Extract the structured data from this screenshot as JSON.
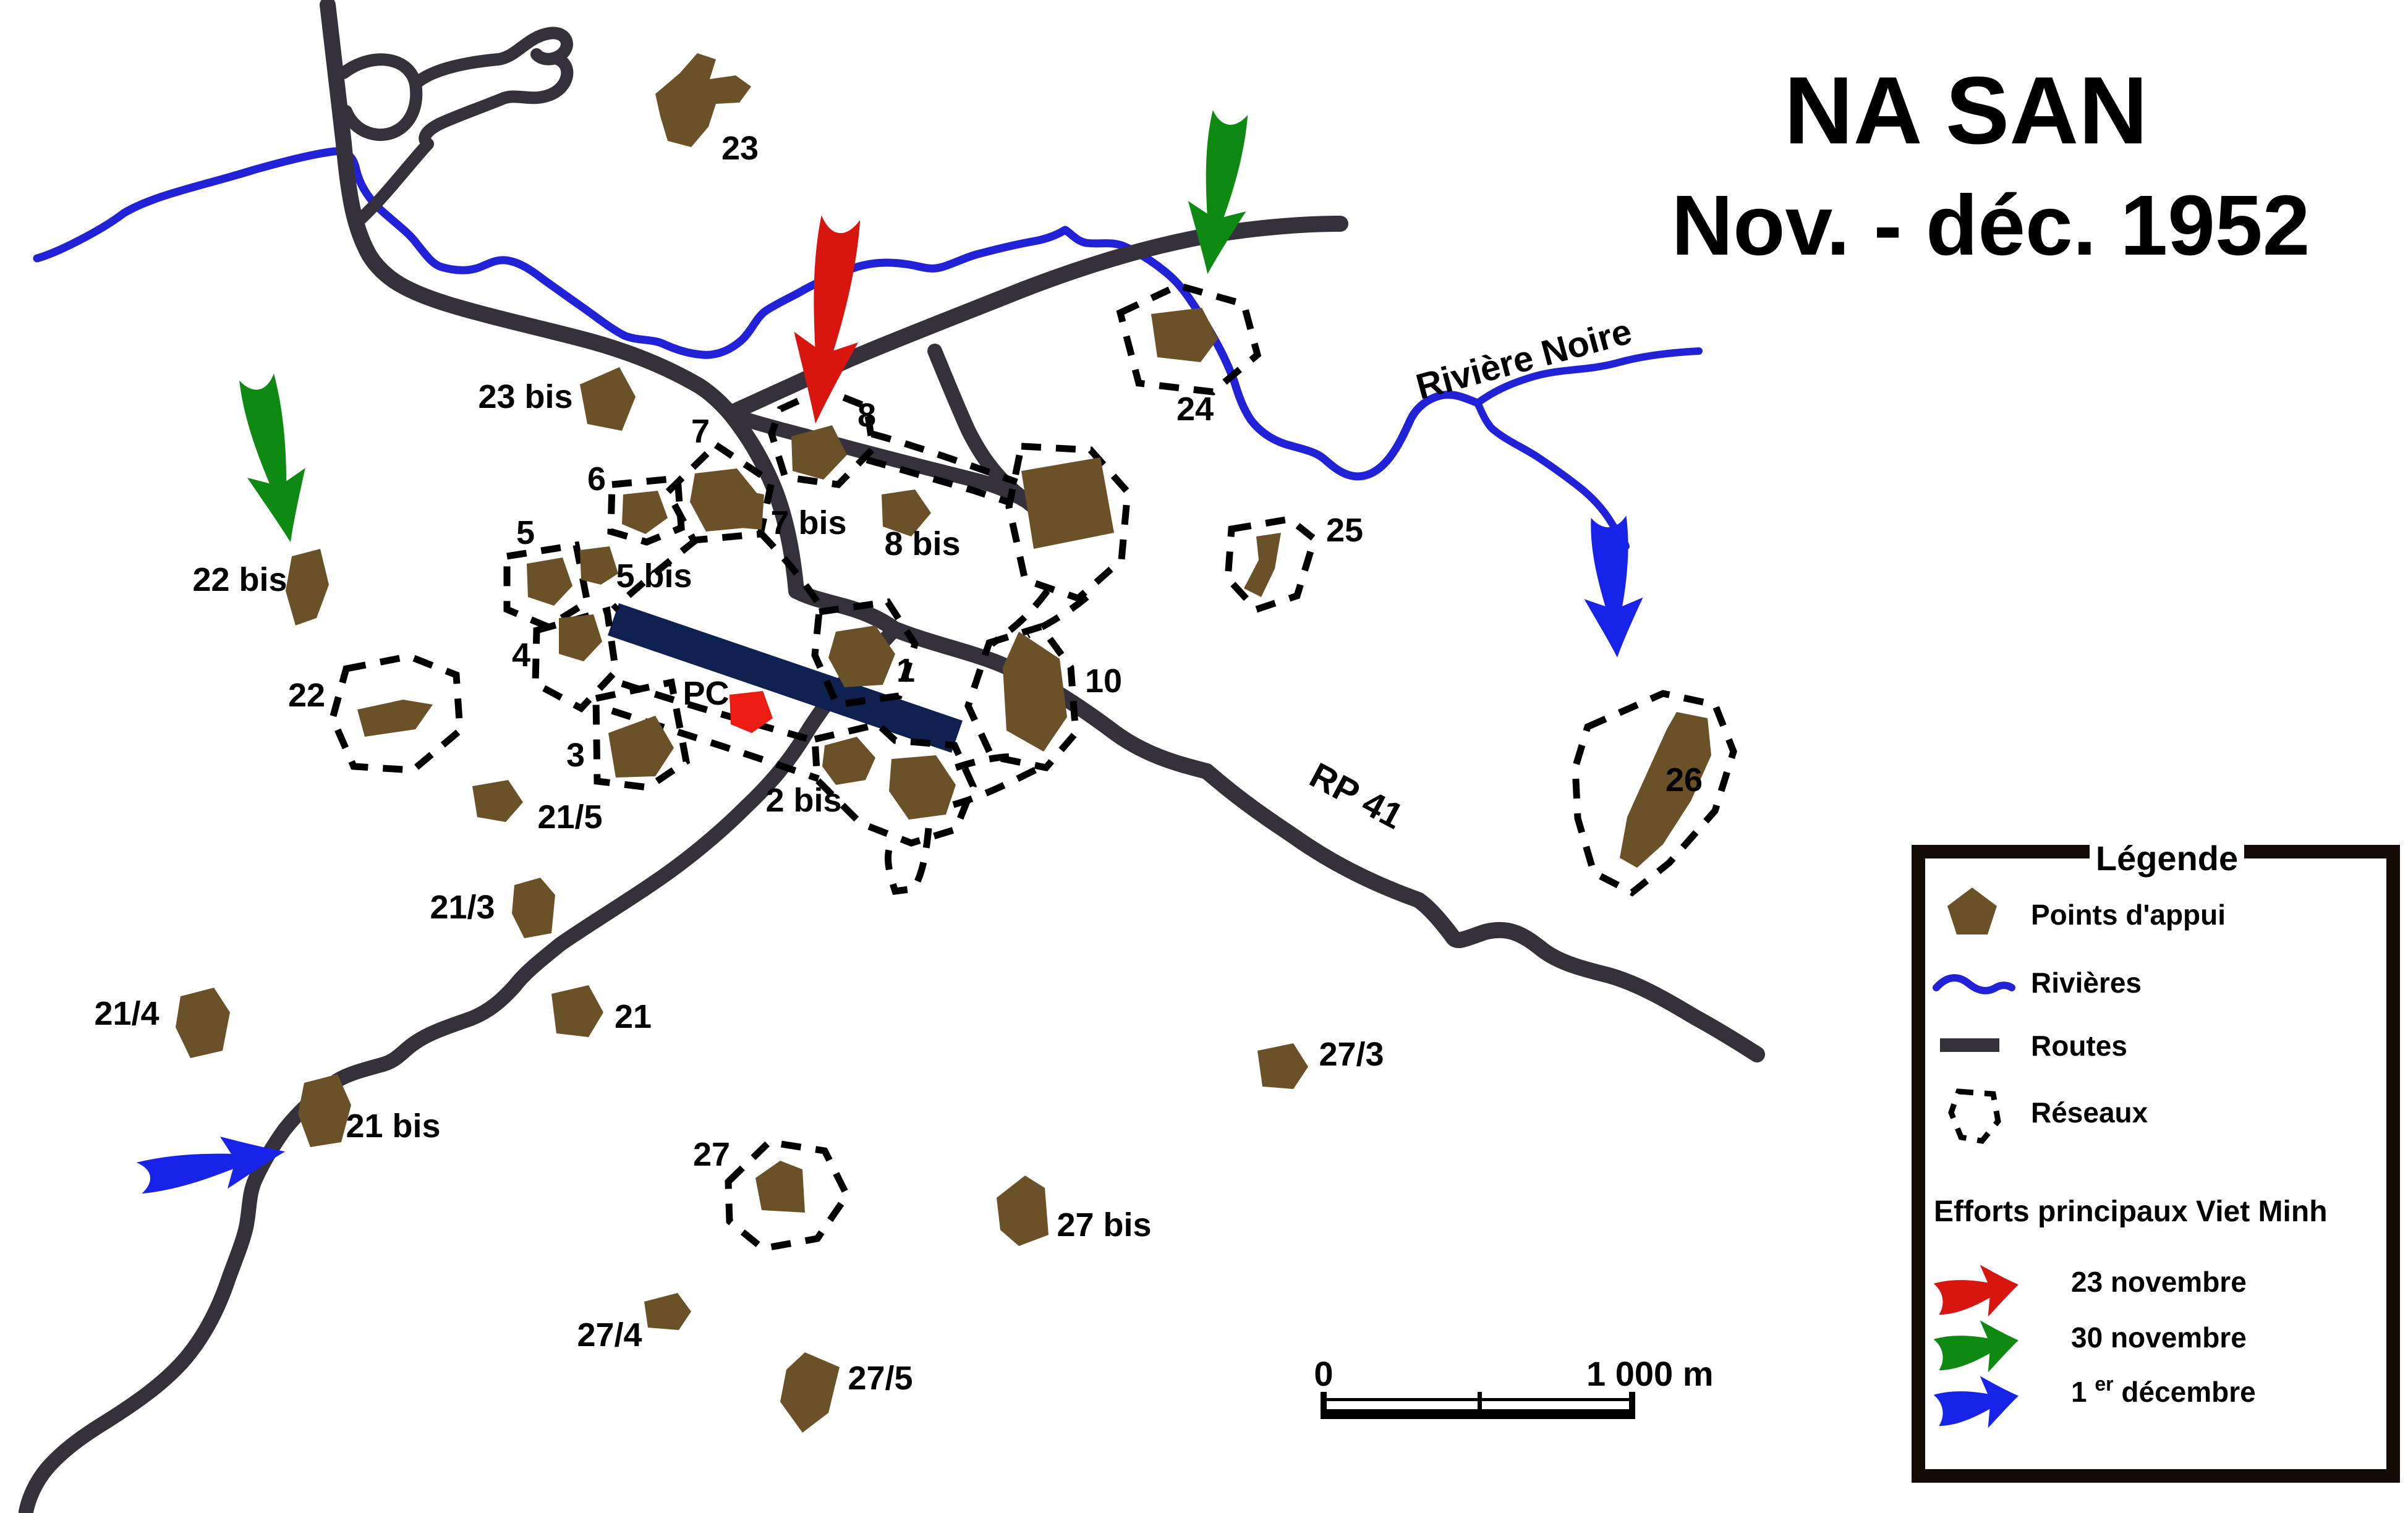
{
  "title": {
    "line1": "NA  SAN",
    "line2": "Nov. - déc. 1952"
  },
  "map": {
    "points": {
      "p23": "23",
      "p23bis": "23 bis",
      "p24": "24",
      "p25": "25",
      "p26": "26",
      "p22": "22",
      "p22bis": "22 bis",
      "p8": "8",
      "p8bis": "8 bis",
      "p7": "7",
      "p7bis": "7 bis",
      "p6": "6",
      "p5": "5",
      "p5bis": "5 bis",
      "p4": "4",
      "p3": "3",
      "p1": "1",
      "p2bis": "2 bis",
      "p10": "10",
      "pc": "PC",
      "p21": "21",
      "p21bis": "21 bis",
      "p21_3": "21/3",
      "p21_4": "21/4",
      "p21_5": "21/5",
      "p27": "27",
      "p27bis": "27 bis",
      "p27_3": "27/3",
      "p27_4": "27/4",
      "p27_5": "27/5"
    },
    "river_label": "Rivière Noire",
    "road_label": "RP 41"
  },
  "legend": {
    "title": "Légende",
    "items": [
      {
        "label": "Points d'appui"
      },
      {
        "label": "Rivières"
      },
      {
        "label": "Routes"
      },
      {
        "label": "Réseaux"
      }
    ],
    "efforts_title": "Efforts principaux Viet Minh",
    "efforts": [
      {
        "label": "23 novembre",
        "color": "#d91510"
      },
      {
        "label": "30 novembre",
        "color": "#0e8a12"
      },
      {
        "label": "1er décembre",
        "color": "#1723e8",
        "num": "1",
        "sup": "er",
        "rest": " décembre"
      }
    ]
  },
  "scalebar": {
    "zero": "0",
    "max": "1 000 m"
  },
  "colors": {
    "strongpoint": "#6a5127",
    "river": "#2121d8",
    "road": "#34303c",
    "runway": "#0f2150",
    "network": "#000000",
    "pc": "#ec1c12"
  }
}
